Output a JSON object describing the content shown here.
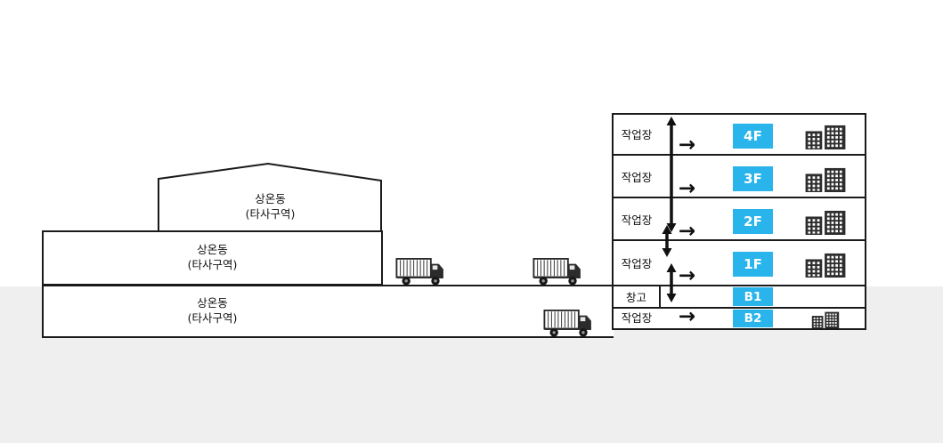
{
  "colors": {
    "ground": "#efefef",
    "line": "#1a1a1a",
    "badge_bg": "#29b4ec",
    "badge_text": "#ffffff"
  },
  "left_buildings": [
    {
      "id": "roof-top",
      "line1": "상온동",
      "line2": "(타사구역)"
    },
    {
      "id": "middle",
      "line1": "상온동",
      "line2": "(타사구역)"
    },
    {
      "id": "lower",
      "line1": "상온동",
      "line2": "(타사구역)"
    }
  ],
  "right_building": {
    "floors": [
      {
        "label": "작업장",
        "badge": "4F"
      },
      {
        "label": "작업장",
        "badge": "3F"
      },
      {
        "label": "작업장",
        "badge": "2F"
      },
      {
        "label": "작업장",
        "badge": "1F"
      },
      {
        "label": "창고",
        "badge": "B1"
      },
      {
        "label": "작업장",
        "badge": "B2"
      }
    ]
  },
  "arrows": {
    "horizontal": "→"
  }
}
